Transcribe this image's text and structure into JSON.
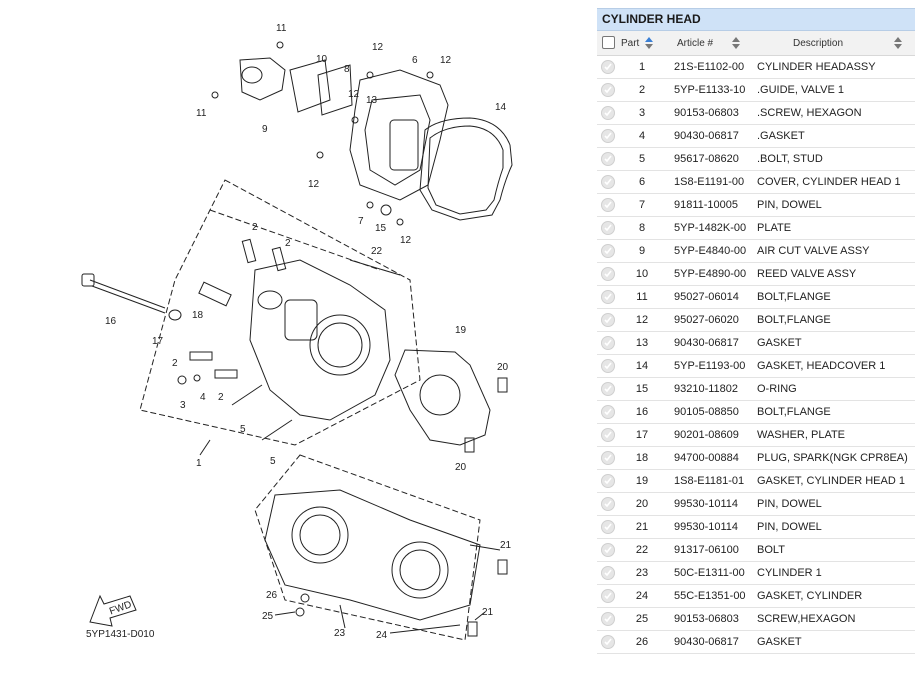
{
  "diagram": {
    "callouts": [
      "1",
      "2",
      "2",
      "2",
      "2",
      "3",
      "4",
      "5",
      "5",
      "6",
      "7",
      "8",
      "9",
      "10",
      "11",
      "11",
      "12",
      "12",
      "12",
      "12",
      "12",
      "13",
      "14",
      "15",
      "16",
      "17",
      "18",
      "19",
      "20",
      "20",
      "21",
      "21",
      "22",
      "23",
      "24",
      "25",
      "26"
    ],
    "fwd_label": "FWD",
    "code": "5YP1431-D010"
  },
  "parts": {
    "title": "CYLINDER HEAD",
    "headers": {
      "part": "Part",
      "article": "Article #",
      "description": "Description"
    },
    "rows": [
      {
        "part": "1",
        "article": "21S-E1102-00",
        "description": "CYLINDER HEADASSY"
      },
      {
        "part": "2",
        "article": "5YP-E1133-10",
        "description": ".GUIDE, VALVE 1"
      },
      {
        "part": "3",
        "article": "90153-06803",
        "description": ".SCREW, HEXAGON"
      },
      {
        "part": "4",
        "article": "90430-06817",
        "description": ".GASKET"
      },
      {
        "part": "5",
        "article": "95617-08620",
        "description": ".BOLT, STUD"
      },
      {
        "part": "6",
        "article": "1S8-E1191-00",
        "description": "COVER, CYLINDER HEAD 1"
      },
      {
        "part": "7",
        "article": "91811-10005",
        "description": "PIN, DOWEL"
      },
      {
        "part": "8",
        "article": "5YP-1482K-00",
        "description": "PLATE"
      },
      {
        "part": "9",
        "article": "5YP-E4840-00",
        "description": "AIR CUT VALVE ASSY"
      },
      {
        "part": "10",
        "article": "5YP-E4890-00",
        "description": "REED VALVE ASSY"
      },
      {
        "part": "11",
        "article": "95027-06014",
        "description": "BOLT,FLANGE"
      },
      {
        "part": "12",
        "article": "95027-06020",
        "description": "BOLT,FLANGE"
      },
      {
        "part": "13",
        "article": "90430-06817",
        "description": "GASKET"
      },
      {
        "part": "14",
        "article": "5YP-E1193-00",
        "description": "GASKET, HEADCOVER 1"
      },
      {
        "part": "15",
        "article": "93210-11802",
        "description": "O-RING"
      },
      {
        "part": "16",
        "article": "90105-08850",
        "description": "BOLT,FLANGE"
      },
      {
        "part": "17",
        "article": "90201-08609",
        "description": "WASHER, PLATE"
      },
      {
        "part": "18",
        "article": "94700-00884",
        "description": "PLUG, SPARK(NGK CPR8EA)"
      },
      {
        "part": "19",
        "article": "1S8-E1181-01",
        "description": "GASKET, CYLINDER HEAD 1"
      },
      {
        "part": "20",
        "article": "99530-10114",
        "description": "PIN, DOWEL"
      },
      {
        "part": "21",
        "article": "99530-10114",
        "description": "PIN, DOWEL"
      },
      {
        "part": "22",
        "article": "91317-06100",
        "description": "BOLT"
      },
      {
        "part": "23",
        "article": "50C-E1311-00",
        "description": "CYLINDER 1"
      },
      {
        "part": "24",
        "article": "55C-E1351-00",
        "description": "GASKET, CYLINDER"
      },
      {
        "part": "25",
        "article": "90153-06803",
        "description": "SCREW,HEXAGON"
      },
      {
        "part": "26",
        "article": "90430-06817",
        "description": "GASKET"
      }
    ]
  }
}
